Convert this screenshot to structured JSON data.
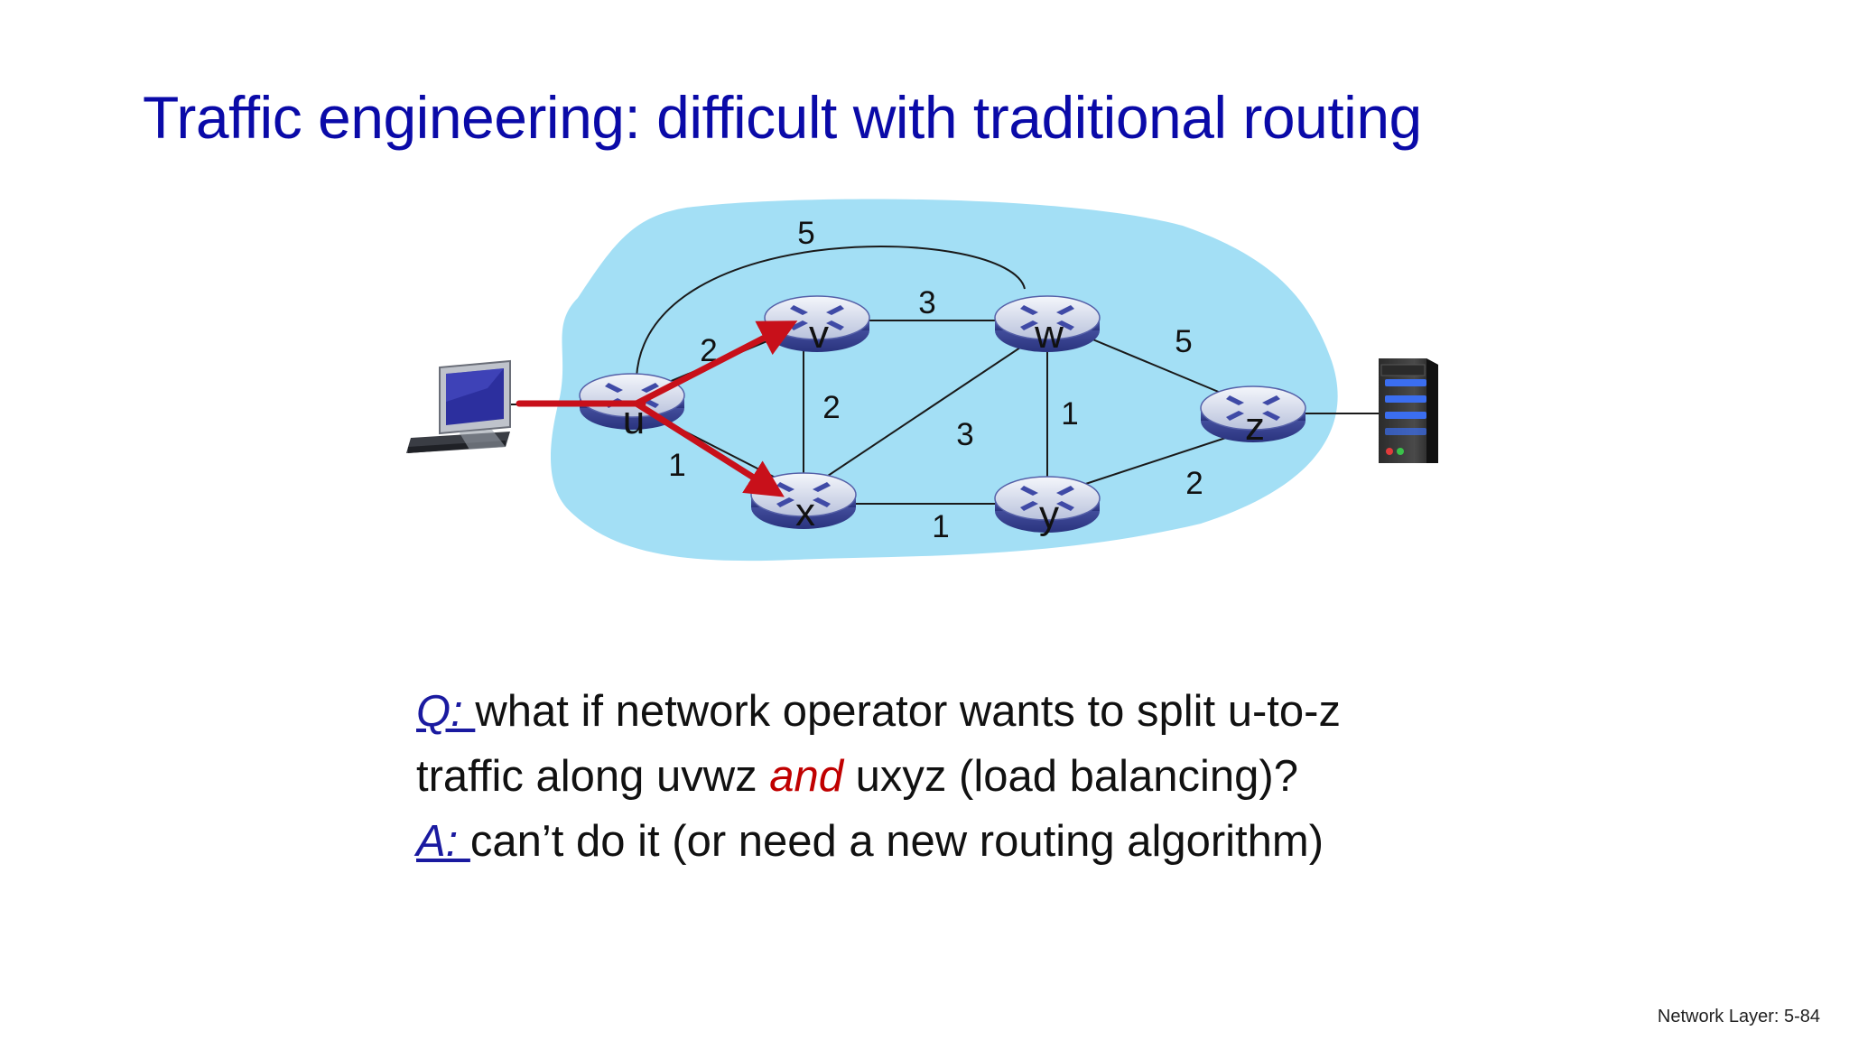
{
  "title": "Traffic engineering: difficult with traditional routing",
  "diagram": {
    "nodes": [
      "u",
      "v",
      "w",
      "x",
      "y",
      "z"
    ],
    "links": [
      {
        "from": "u",
        "to": "v",
        "cost": "2"
      },
      {
        "from": "u",
        "to": "x",
        "cost": "1"
      },
      {
        "from": "u",
        "to": "w",
        "cost": "5"
      },
      {
        "from": "v",
        "to": "w",
        "cost": "3"
      },
      {
        "from": "v",
        "to": "x",
        "cost": "2"
      },
      {
        "from": "x",
        "to": "w",
        "cost": "3"
      },
      {
        "from": "w",
        "to": "y",
        "cost": "1"
      },
      {
        "from": "x",
        "to": "y",
        "cost": "1"
      },
      {
        "from": "w",
        "to": "z",
        "cost": "5"
      },
      {
        "from": "y",
        "to": "z",
        "cost": "2"
      }
    ],
    "highlight_color": "#c8101a",
    "cloud_color": "#a3dff5"
  },
  "qa": {
    "q_tag": "Q: ",
    "q_line1": "what if network operator wants to split  u-to-z",
    "q_line2_a": "traffic along uvwz ",
    "q_line2_em": "and",
    "q_line2_b": " uxyz (load balancing)?",
    "a_tag": "A: ",
    "a_text": "can’t do it (or need a new routing algorithm)"
  },
  "footer": "Network Layer: 5-84"
}
